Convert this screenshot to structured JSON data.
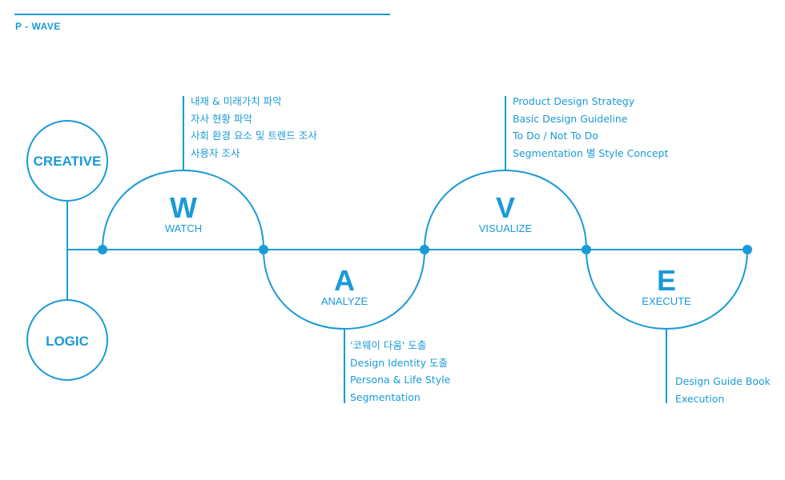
{
  "brand": "P - WAVE",
  "nodes": {
    "creative": "CREATIVE",
    "logic": "LOGIC"
  },
  "phases": {
    "watch": {
      "letter": "W",
      "label": "WATCH"
    },
    "analyze": {
      "letter": "A",
      "label": "ANALYZE"
    },
    "visualize": {
      "letter": "V",
      "label": "VISUALIZE"
    },
    "execute": {
      "letter": "E",
      "label": "EXECUTE"
    }
  },
  "notes": {
    "watch": [
      "내재 & 미래가치 파악",
      "자사 현황 파악",
      "사회 환경 요소 및 트렌드 조사",
      "사용자 조사"
    ],
    "visualize": [
      "Product Design Strategy",
      "Basic Design Guideline",
      "To Do / Not To Do",
      "Segmentation 별 Style Concept"
    ],
    "analyze": [
      "'코웨이 다움' 도출",
      "Design Identity 도출",
      "Persona & Life Style",
      "Segmentation"
    ],
    "execute": [
      "Design Guide Book",
      "Execution"
    ]
  },
  "colors": {
    "accent": "#1a9ad6",
    "background": "#ffffff"
  }
}
